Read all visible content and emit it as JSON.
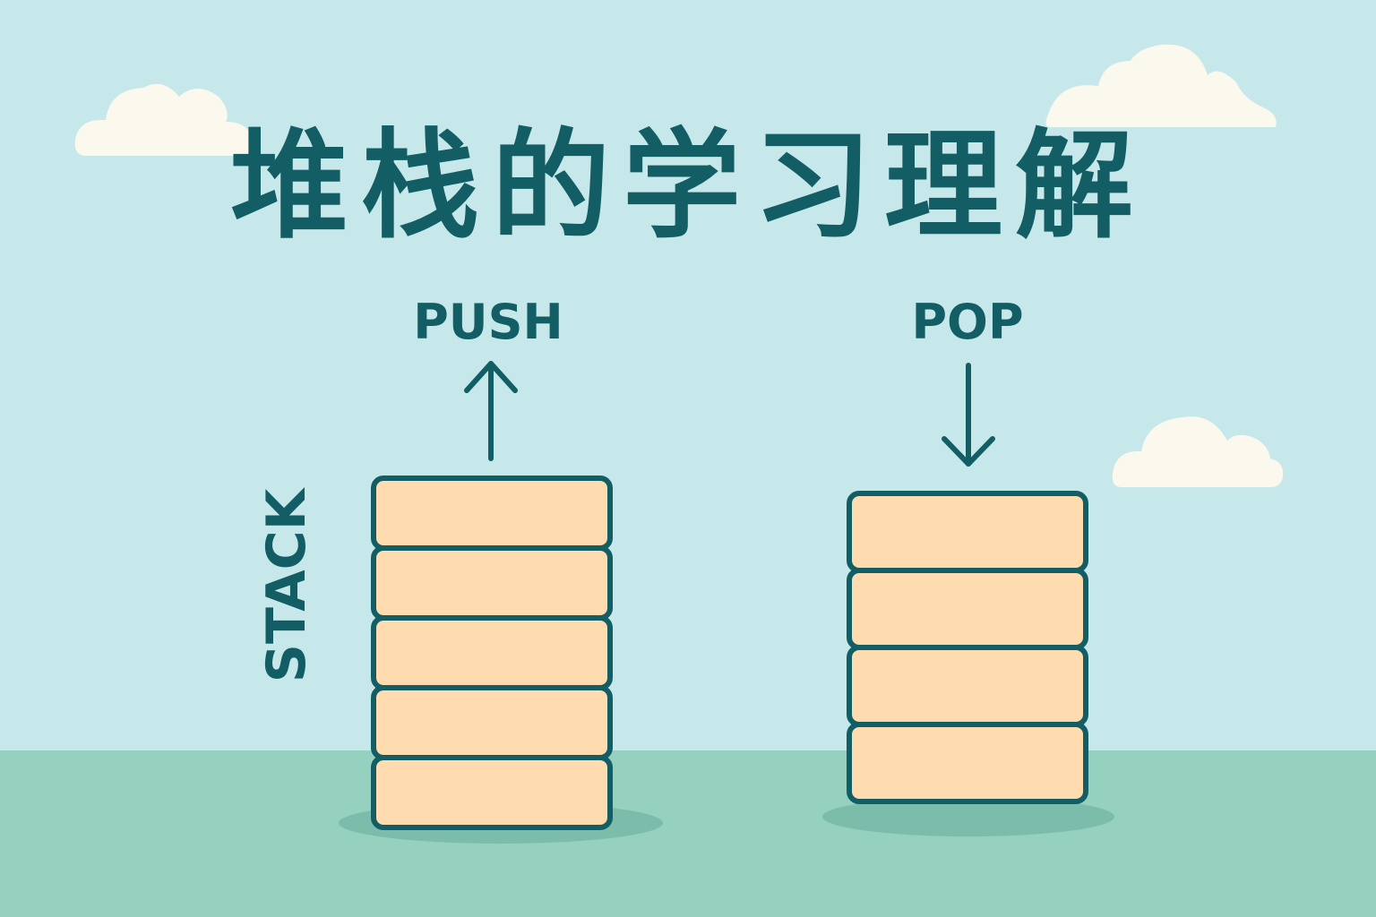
{
  "colors": {
    "sky": "#c6e8ea",
    "ground": "#96d0bf",
    "cloud": "#fbf8ee",
    "text": "#135e65",
    "block_fill": "#fedcb0",
    "block_border": "#135e65",
    "shadow": "#7cbcaa"
  },
  "title": "堆栈的学习理解",
  "labels": {
    "push": "PUSH",
    "pop": "POP",
    "stack": "STACK"
  },
  "icons": {
    "push_arrow": "arrow-up-icon",
    "pop_arrow": "arrow-down-icon",
    "cloud": "cloud-icon"
  },
  "stacks": {
    "push_block_count": 5,
    "pop_block_count": 4
  }
}
